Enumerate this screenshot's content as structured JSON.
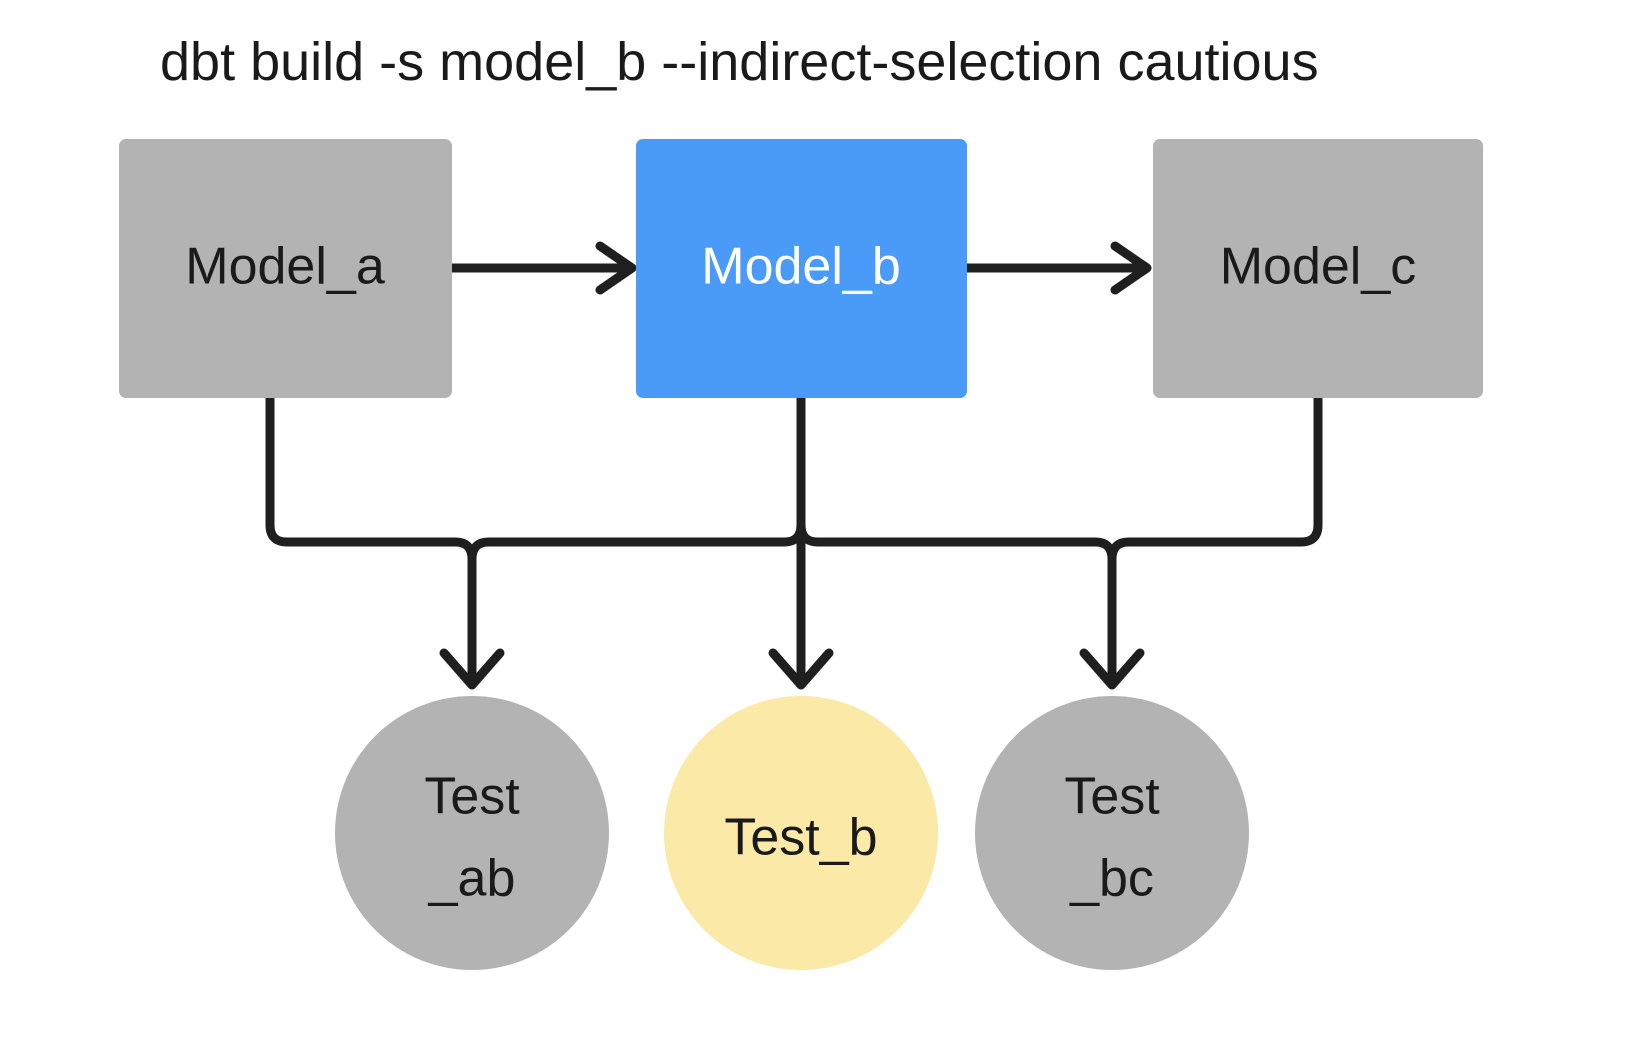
{
  "title": "dbt build -s model_b --indirect-selection cautious",
  "colors": {
    "background": "#ffffff",
    "node_gray": "#b3b3b3",
    "node_blue": "#4a9bf7",
    "node_yellow": "#fbe9a8",
    "edge": "#1f1f1f",
    "text_dark": "#1a1a1a",
    "text_light": "#ffffff"
  },
  "nodes": {
    "models": [
      {
        "id": "model_a",
        "label": "Model_a",
        "shape": "rect",
        "fill": "#b3b3b3",
        "text_color": "#1a1a1a",
        "selected": false
      },
      {
        "id": "model_b",
        "label": "Model_b",
        "shape": "rect",
        "fill": "#4a9bf7",
        "text_color": "#ffffff",
        "selected": true
      },
      {
        "id": "model_c",
        "label": "Model_c",
        "shape": "rect",
        "fill": "#b3b3b3",
        "text_color": "#1a1a1a",
        "selected": false
      }
    ],
    "tests": [
      {
        "id": "test_ab",
        "label_line1": "Test",
        "label_line2": "_ab",
        "shape": "circle",
        "fill": "#b3b3b3",
        "text_color": "#1a1a1a",
        "selected": false
      },
      {
        "id": "test_b",
        "label_line1": "Test_b",
        "label_line2": "",
        "shape": "circle",
        "fill": "#fbe9a8",
        "text_color": "#1a1a1a",
        "selected": true
      },
      {
        "id": "test_bc",
        "label_line1": "Test",
        "label_line2": "_bc",
        "shape": "circle",
        "fill": "#b3b3b3",
        "text_color": "#1a1a1a",
        "selected": false
      }
    ]
  },
  "edges": [
    {
      "id": "edge-model-a-to-model-b",
      "from": "model_a",
      "to": "model_b",
      "style": "straight-arrow"
    },
    {
      "id": "edge-model-b-to-model-c",
      "from": "model_b",
      "to": "model_c",
      "style": "straight-arrow"
    },
    {
      "id": "edge-model-a-to-test-ab",
      "from": "model_a",
      "to": "test_ab",
      "style": "elbow-arrow"
    },
    {
      "id": "edge-model-b-to-test-ab",
      "from": "model_b",
      "to": "test_ab",
      "style": "elbow-arrow"
    },
    {
      "id": "edge-model-b-to-test-b",
      "from": "model_b",
      "to": "test_b",
      "style": "straight-arrow"
    },
    {
      "id": "edge-model-b-to-test-bc",
      "from": "model_b",
      "to": "test_bc",
      "style": "elbow-arrow"
    },
    {
      "id": "edge-model-c-to-test-bc",
      "from": "model_c",
      "to": "test_bc",
      "style": "elbow-arrow"
    }
  ]
}
